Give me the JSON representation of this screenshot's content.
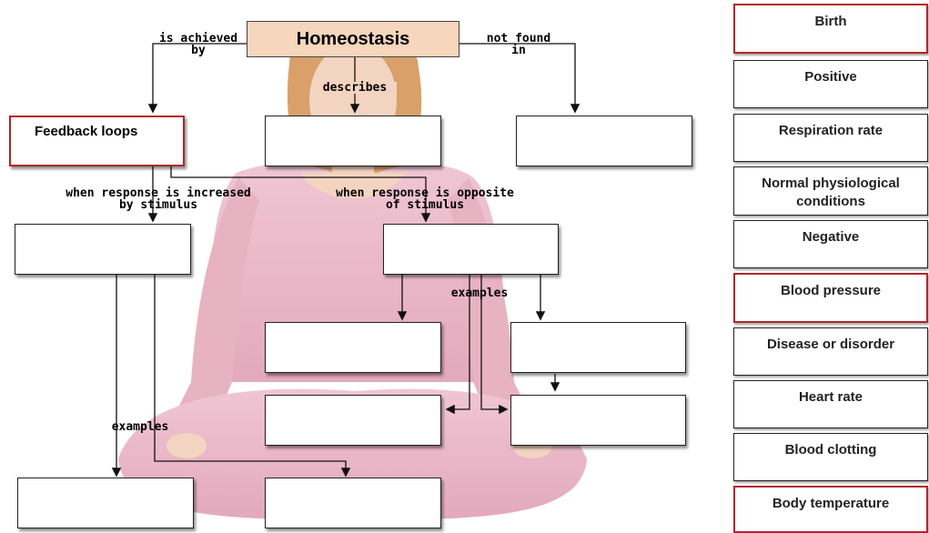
{
  "diagram": {
    "title": "Homeostasis",
    "feedback_box": "Feedback loops",
    "labels": {
      "is_achieved_by": [
        "is achieved",
        "by"
      ],
      "not_found_in": [
        "not found",
        "in"
      ],
      "describes": "describes",
      "when_increased": [
        "when response is increased",
        "by stimulus"
      ],
      "when_opposite": [
        "when response is opposite",
        "of stimulus"
      ],
      "examples_right": "examples",
      "examples_left": "examples"
    }
  },
  "word_bank": [
    {
      "label": "Birth",
      "highlight": true
    },
    {
      "label": "Positive",
      "highlight": false
    },
    {
      "label": "Respiration rate",
      "highlight": false
    },
    {
      "label": "Normal physiological conditions",
      "highlight": false
    },
    {
      "label": "Negative",
      "highlight": false
    },
    {
      "label": "Blood pressure",
      "highlight": true
    },
    {
      "label": "Disease or disorder",
      "highlight": false
    },
    {
      "label": "Heart rate",
      "highlight": false
    },
    {
      "label": "Blood clotting",
      "highlight": false
    },
    {
      "label": "Body temperature",
      "highlight": true
    }
  ],
  "colors": {
    "highlight_border": "#b3262b",
    "title_fill": "#f6d6bc",
    "figure_skin": "#f2d3c2",
    "figure_outfit": "#e9b9c8"
  }
}
